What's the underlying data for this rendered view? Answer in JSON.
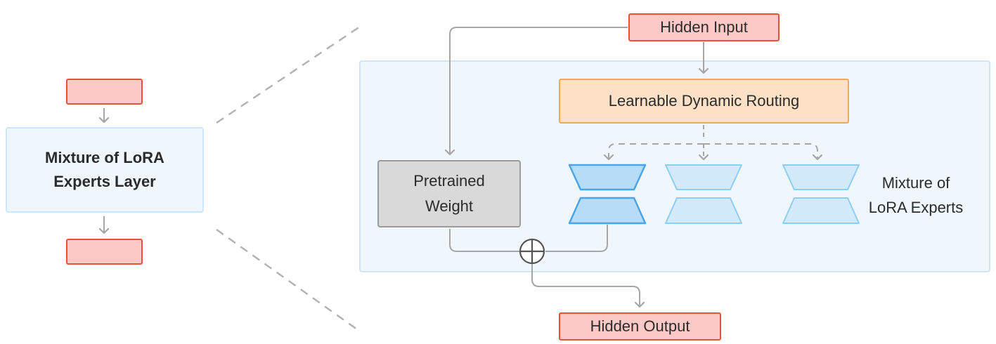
{
  "left": {
    "layer_label_line1": "Mixture of LoRA",
    "layer_label_line2": "Experts Layer"
  },
  "right": {
    "hidden_input": "Hidden Input",
    "routing": "Learnable Dynamic Routing",
    "weight_line1": "Pretrained",
    "weight_line2": "Weight",
    "experts_line1": "Mixture of",
    "experts_line2": "LoRA Experts",
    "hidden_output": "Hidden Output"
  },
  "colors": {
    "io_fill": "#fcc9c6",
    "io_border": "#e5533d",
    "routing_fill": "#fde1c6",
    "routing_border": "#f2a95c",
    "expert_active": "#b6dcf8",
    "expert_inactive": "#d3eafb",
    "connector": "#a6a6a6"
  }
}
